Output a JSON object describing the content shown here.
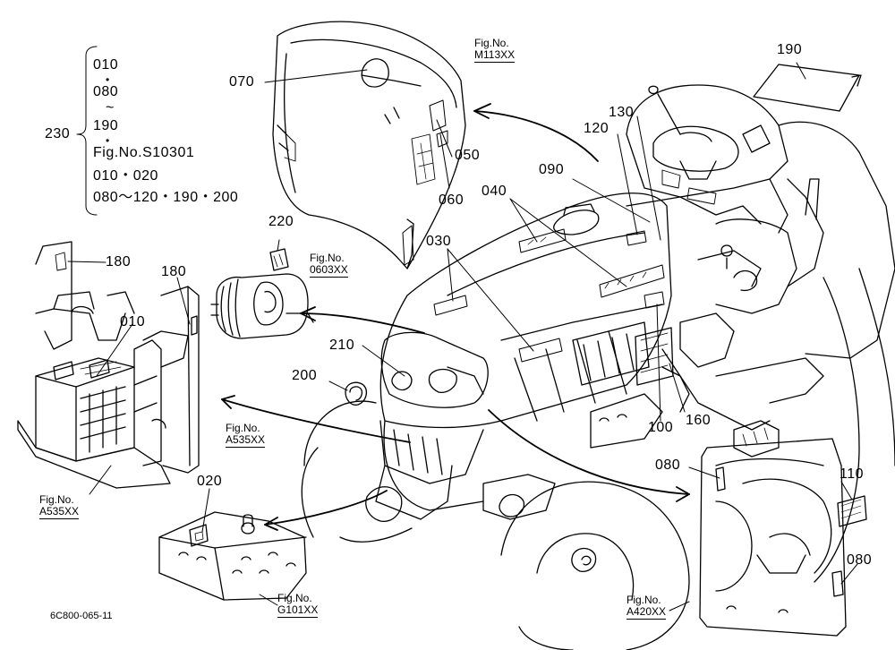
{
  "diagram_id": "6C800-065-11",
  "kit_list": {
    "number": "230",
    "lines": [
      "010",
      "•",
      "080",
      "~",
      "190",
      "•",
      "Fig.No.S10301",
      "010・020",
      "080～120・190・200"
    ]
  },
  "labels": {
    "l010_battery": "010",
    "l020": "020",
    "l030": "030",
    "l040": "040",
    "l050": "050",
    "l060": "060",
    "l070": "070",
    "l080_top": "080",
    "l080_bottom": "080",
    "l090": "090",
    "l100": "100",
    "l110": "110",
    "l120": "120",
    "l130": "130",
    "l160": "160",
    "l180_left": "180",
    "l180_right": "180",
    "l190": "190",
    "l200": "200",
    "l210": "210",
    "l220": "220"
  },
  "fig_refs": {
    "m113": {
      "prefix": "Fig.No.",
      "code": "M113XX"
    },
    "f0603": {
      "prefix": "Fig.No.",
      "code": "0603XX"
    },
    "a535_right": {
      "prefix": "Fig.No.",
      "code": "A535XX"
    },
    "a535_left": {
      "prefix": "Fig.No.",
      "code": "A535XX"
    },
    "g101": {
      "prefix": "Fig.No.",
      "code": "G101XX"
    },
    "a420": {
      "prefix": "Fig.No.",
      "code": "A420XX"
    }
  }
}
